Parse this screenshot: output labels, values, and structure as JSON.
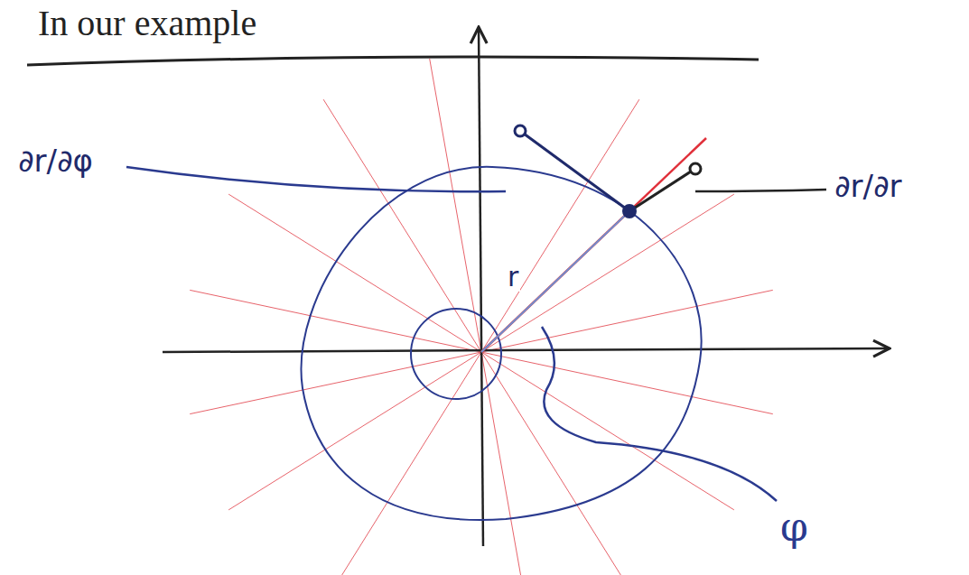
{
  "diagram": {
    "labels": [
      "In our example",
      "∂r/∂φ",
      "∂r/∂r",
      "r",
      "φ"
    ]
  }
}
